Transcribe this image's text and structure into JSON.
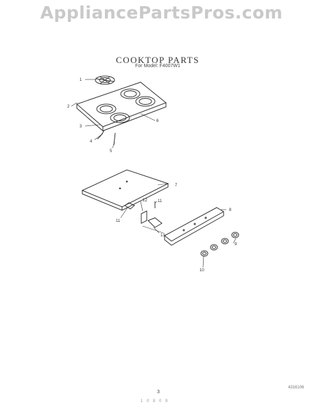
{
  "watermark": "AppliancePartsPros.com",
  "title": "COOKTOP PARTS",
  "subtitle": "For Model: F4007W1",
  "callouts": {
    "c1": "1",
    "c2": "2",
    "c3": "3",
    "c4": "4",
    "c5": "5",
    "c6": "6",
    "c7": "7",
    "c8": "8",
    "c9": "9",
    "c10": "10",
    "c11a": "11",
    "c11b": "11",
    "c12": "12",
    "c13": "13"
  },
  "footer": {
    "page": "3",
    "code": "4316106",
    "marks": "1 0 8 0 9"
  }
}
